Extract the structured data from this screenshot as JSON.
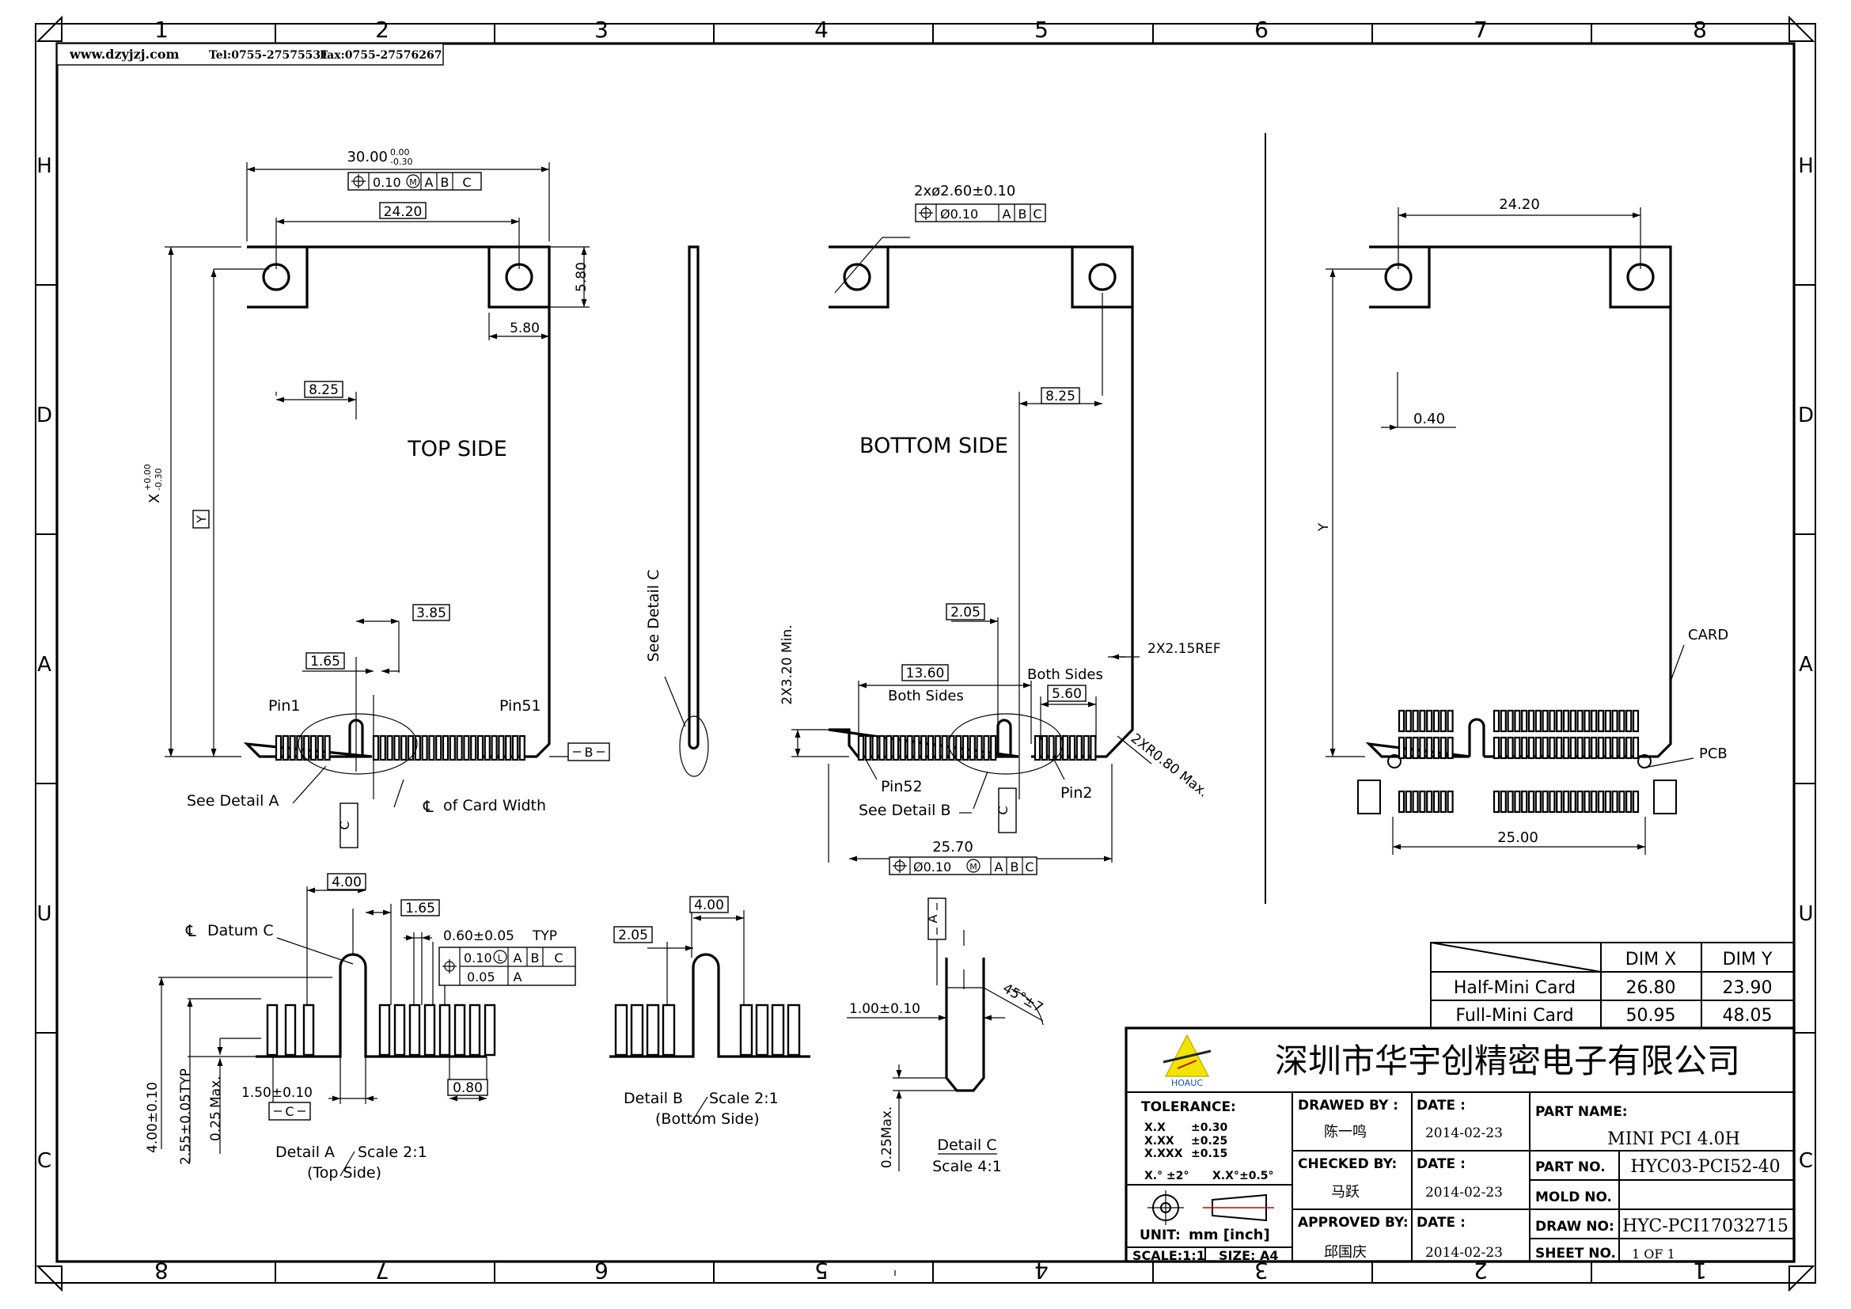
{
  "header": {
    "site": "www.dzyjzj.com",
    "tel": "Tel:0755-27575531",
    "fax": "Fax:0755-27576267"
  },
  "border": {
    "top_cols": [
      "1",
      "2",
      "3",
      "4",
      "5",
      "6",
      "7",
      "8"
    ],
    "bottom_cols": [
      "8",
      "7",
      "6",
      "5",
      "4",
      "3",
      "2",
      "1"
    ],
    "rows": [
      "H",
      "D",
      "A",
      "U",
      "C"
    ]
  },
  "top_view": {
    "title": "TOP SIDE",
    "width_dim": "30.00",
    "width_tol_upper": "0.00",
    "width_tol_lower": "-0.30",
    "pos_tol": "0.10",
    "pos_mod": "M",
    "datums": [
      "A",
      "B",
      "C"
    ],
    "hole_spacing": "24.20",
    "tab_height": "5.80",
    "tab_width": "5.80",
    "key_offset": "8.25",
    "center_offset": "3.85",
    "key_width": "1.65",
    "x_label": "X",
    "x_tol_upper": "+0.00",
    "x_tol_lower": "-0.30",
    "y_label": "Y",
    "pin1": "Pin1",
    "pin51": "Pin51",
    "datum_b": "B",
    "datum_c": "C",
    "see_detail": "See Detail A",
    "centerline_note": "of Card Width"
  },
  "side_view": {
    "label": "See Detail C"
  },
  "bottom_view": {
    "title": "BOTTOM SIDE",
    "hole_callout": "2xø2.60±0.10",
    "hole_tol": "Ø0.10",
    "datums": [
      "A",
      "B",
      "C"
    ],
    "key_offset": "8.25",
    "pad_offset": "2.05",
    "ref_dim": "2X2.15REF",
    "min_dim": "2X3.20 Min.",
    "pad_span": "13.60",
    "both_sides_1": "Both Sides",
    "both_sides_2": "Both Sides",
    "pad_small": "5.60",
    "corner_radius": "2XR0.80 Max.",
    "pin52": "Pin52",
    "pin2": "Pin2",
    "see_detail": "See Detail B",
    "datum_c": "C",
    "width_dim": "25.70",
    "width_tol": "Ø0.10",
    "width_mod": "M"
  },
  "right_view": {
    "hole_spacing": "24.20",
    "offset": "0.40",
    "y_label": "Y",
    "card_label": "CARD",
    "pcb_label": "PCB",
    "pcb_width": "25.00"
  },
  "detail_a": {
    "title": "Detail A",
    "scale": "Scale 2:1",
    "side": "(Top Side)",
    "datum_note": "Datum C",
    "dim_4": "4.00",
    "dim_165": "1.65",
    "pitch": "0.60±0.05",
    "pitch_typ": "TYP",
    "fcf_tol_1": "0.10",
    "fcf_mod_1": "L",
    "fcf_tol_2": "0.05",
    "datum_ref": "A",
    "notch": "1.50±0.10",
    "datum_c": "C",
    "pad_dim": "0.80",
    "height_1": "4.00±0.10",
    "height_2": "2.55±0.05",
    "height_2_typ": "TYP",
    "height_3": "0.25",
    "height_3_max": "Max."
  },
  "detail_b": {
    "title": "Detail B",
    "scale": "Scale 2:1",
    "side": "(Bottom Side)",
    "dim_205": "2.05",
    "dim_4": "4.00"
  },
  "detail_c": {
    "title": "Detail C",
    "scale": "Scale 4:1",
    "datum_a": "A",
    "thickness": "1.00±0.10",
    "angle": "45°±7",
    "max_dim": "0.25Max."
  },
  "dim_table": {
    "headers": [
      "DIM X",
      "DIM Y"
    ],
    "rows": [
      {
        "name": "Half-Mini Card",
        "x": "26.80",
        "y": "23.90"
      },
      {
        "name": "Full-Mini Card",
        "x": "50.95",
        "y": "48.05"
      }
    ]
  },
  "title_block": {
    "company": "深圳市华宇创精密电子有限公司",
    "logo_text": "HOAUC",
    "tolerance_label": "TOLERANCE:",
    "tol_rows": [
      [
        "X.X",
        "±0.30"
      ],
      [
        "X.XX",
        "±0.25"
      ],
      [
        "X.XXX",
        "±0.15"
      ]
    ],
    "angle_tol": [
      "X.°",
      "±2°",
      "X.X°",
      "±0.5°"
    ],
    "unit_label": "UNIT:",
    "unit_value": "mm [inch]",
    "scale_label": "SCALE:1:1",
    "size_label": "SIZE: A4",
    "drawn_label": "DRAWED BY :",
    "drawn_by": "陈一鸣",
    "checked_label": "CHECKED BY:",
    "checked_by": "马跃",
    "approved_label": "APPROVED BY:",
    "approved_by": "邱国庆",
    "date_label": "DATE :",
    "dates": [
      "2014-02-23",
      "2014-02-23",
      "2014-02-23"
    ],
    "part_name_label": "PART NAME:",
    "part_name": "MINI PCI 4.0H",
    "part_no_label": "PART NO.",
    "part_no": "HYC03-PCI52-40",
    "mold_no_label": "MOLD NO.",
    "mold_no": "",
    "draw_no_label": "DRAW NO:",
    "draw_no": "HYC-PCI17032715",
    "sheet_no_label": "SHEET NO.",
    "sheet_no": "1 OF 1"
  }
}
